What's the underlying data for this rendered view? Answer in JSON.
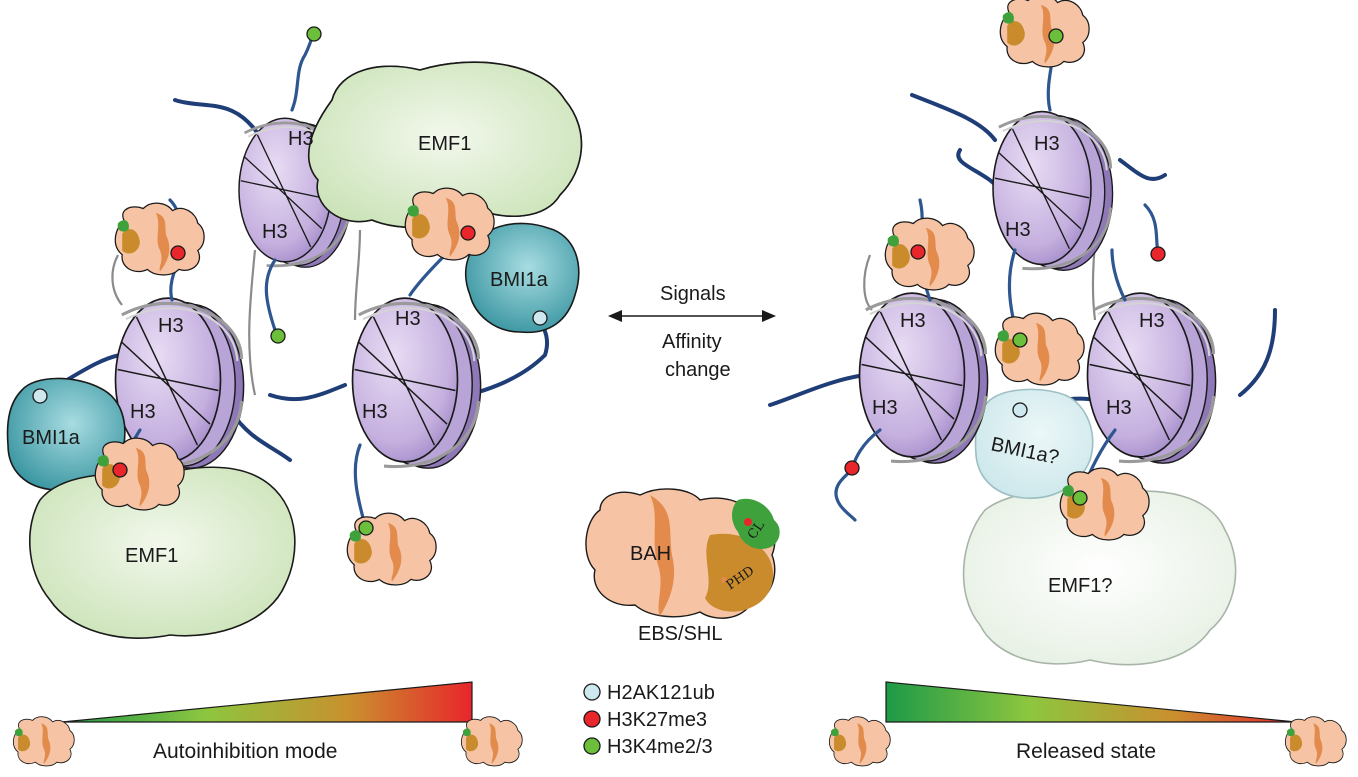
{
  "panel_left": {
    "nucleosome_labels": [
      "H3",
      "H3",
      "H3",
      "H3",
      "H3",
      "H3"
    ],
    "emf1_top": "EMF1",
    "emf1_bottom": "EMF1",
    "bmi1a_right": "BMI1a",
    "bmi1a_left": "BMI1a",
    "gradient_caption": "Autoinhibition mode"
  },
  "center": {
    "arrow_label_top": "Signals",
    "arrow_label_bottom_line1": "Affinity",
    "arrow_label_bottom_line2": "change",
    "protein_bah": "BAH",
    "protein_cl": "CL",
    "protein_phd": "PHD",
    "protein_name": "EBS/SHL"
  },
  "legend": {
    "items": [
      {
        "label": "H2AK121ub",
        "color": "#cfe8ef"
      },
      {
        "label": "H3K27me3",
        "color": "#e8262c"
      },
      {
        "label": "H3K4me2/3",
        "color": "#6bbf3a"
      }
    ]
  },
  "panel_right": {
    "nucleosome_labels": [
      "H3",
      "H3",
      "H3",
      "H3",
      "H3",
      "H3"
    ],
    "bmi1a_label": "BMI1a?",
    "emf1_label": "EMF1?",
    "gradient_caption": "Released state"
  },
  "colors": {
    "nucleosome": "#c9b6e0",
    "emf1": "#d8ebc9",
    "bmi1a": "#3fa3ad",
    "protein_peach": "#f6c4a4",
    "protein_orange": "#e38a4d",
    "protein_gold": "#c98b2c",
    "protein_green": "#3fa13b",
    "tail": "#2e5690",
    "red_mark": "#e8262c",
    "green_mark": "#6bbf3a",
    "blue_mark": "#cfe8ef"
  }
}
